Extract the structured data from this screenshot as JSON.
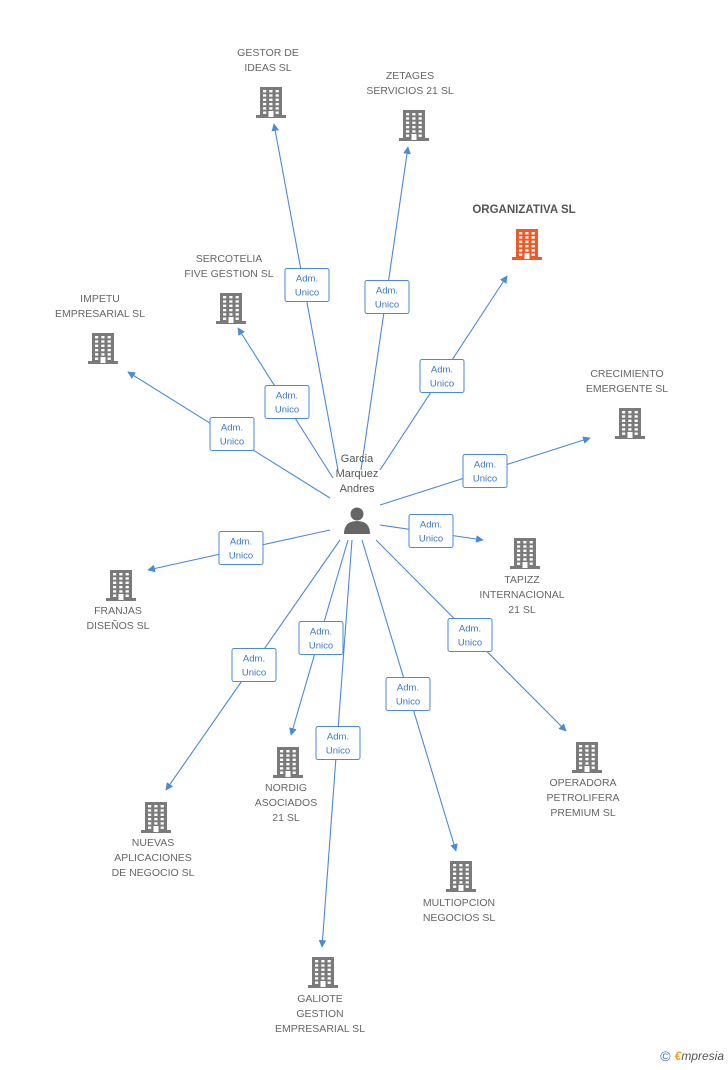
{
  "center": {
    "name": [
      "Garcia",
      "Marquez",
      "Andres"
    ],
    "icon": "person-icon"
  },
  "colors": {
    "edge": "#4a8ad8",
    "building": "#7a7a7a",
    "highlight": "#f05a28"
  },
  "companies": [
    {
      "id": "gestor-de-ideas-sl",
      "label": [
        "GESTOR DE",
        "IDEAS SL"
      ],
      "role": [
        "Adm.",
        "Unico"
      ],
      "highlight": false
    },
    {
      "id": "zetages-servicios-21-sl",
      "label": [
        "ZETAGES",
        "SERVICIOS 21 SL"
      ],
      "role": [
        "Adm.",
        "Unico"
      ],
      "highlight": false
    },
    {
      "id": "organizativa-sl",
      "label": [
        "ORGANIZATIVA SL"
      ],
      "role": [
        "Adm.",
        "Unico"
      ],
      "highlight": true
    },
    {
      "id": "sercotelia-five-gestion-sl",
      "label": [
        "SERCOTELIA",
        "FIVE GESTION SL"
      ],
      "role": [
        "Adm.",
        "Unico"
      ],
      "highlight": false
    },
    {
      "id": "impetu-empresarial-sl",
      "label": [
        "IMPETU",
        "EMPRESARIAL SL"
      ],
      "role": [
        "Adm.",
        "Unico"
      ],
      "highlight": false
    },
    {
      "id": "crecimiento-emergente-sl",
      "label": [
        "CRECIMIENTO",
        "EMERGENTE SL"
      ],
      "role": [
        "Adm.",
        "Unico"
      ],
      "highlight": false
    },
    {
      "id": "tapizz-internacional-21-sl",
      "label": [
        "TAPIZZ",
        "INTERNACIONAL",
        "21 SL"
      ],
      "role": [
        "Adm.",
        "Unico"
      ],
      "highlight": false
    },
    {
      "id": "franjas-disenos-sl",
      "label": [
        "FRANJAS",
        "DISEÑOS SL"
      ],
      "role": [
        "Adm.",
        "Unico"
      ],
      "highlight": false
    },
    {
      "id": "operadora-petrolifera-premium-sl",
      "label": [
        "OPERADORA",
        "PETROLIFERA",
        "PREMIUM SL"
      ],
      "role": [
        "Adm.",
        "Unico"
      ],
      "highlight": false
    },
    {
      "id": "nordig-asociados-21-sl",
      "label": [
        "NORDIG",
        "ASOCIADOS",
        "21 SL"
      ],
      "role": [
        "Adm.",
        "Unico"
      ],
      "highlight": false
    },
    {
      "id": "nuevas-aplicaciones-de-negocio-sl",
      "label": [
        "NUEVAS",
        "APLICACIONES",
        "DE NEGOCIO SL"
      ],
      "role": [
        "Adm.",
        "Unico"
      ],
      "highlight": false
    },
    {
      "id": "multiopcion-negocios-sl",
      "label": [
        "MULTIOPCION",
        "NEGOCIOS SL"
      ],
      "role": [
        "Adm.",
        "Unico"
      ],
      "highlight": false
    },
    {
      "id": "galiote-gestion-empresarial-sl",
      "label": [
        "GALIOTE",
        "GESTION",
        "EMPRESARIAL SL"
      ],
      "role": [
        "Adm.",
        "Unico"
      ],
      "highlight": false
    }
  ],
  "footer": {
    "copyright": "©",
    "brand_initial": "€",
    "brand_rest": "mpresia"
  }
}
